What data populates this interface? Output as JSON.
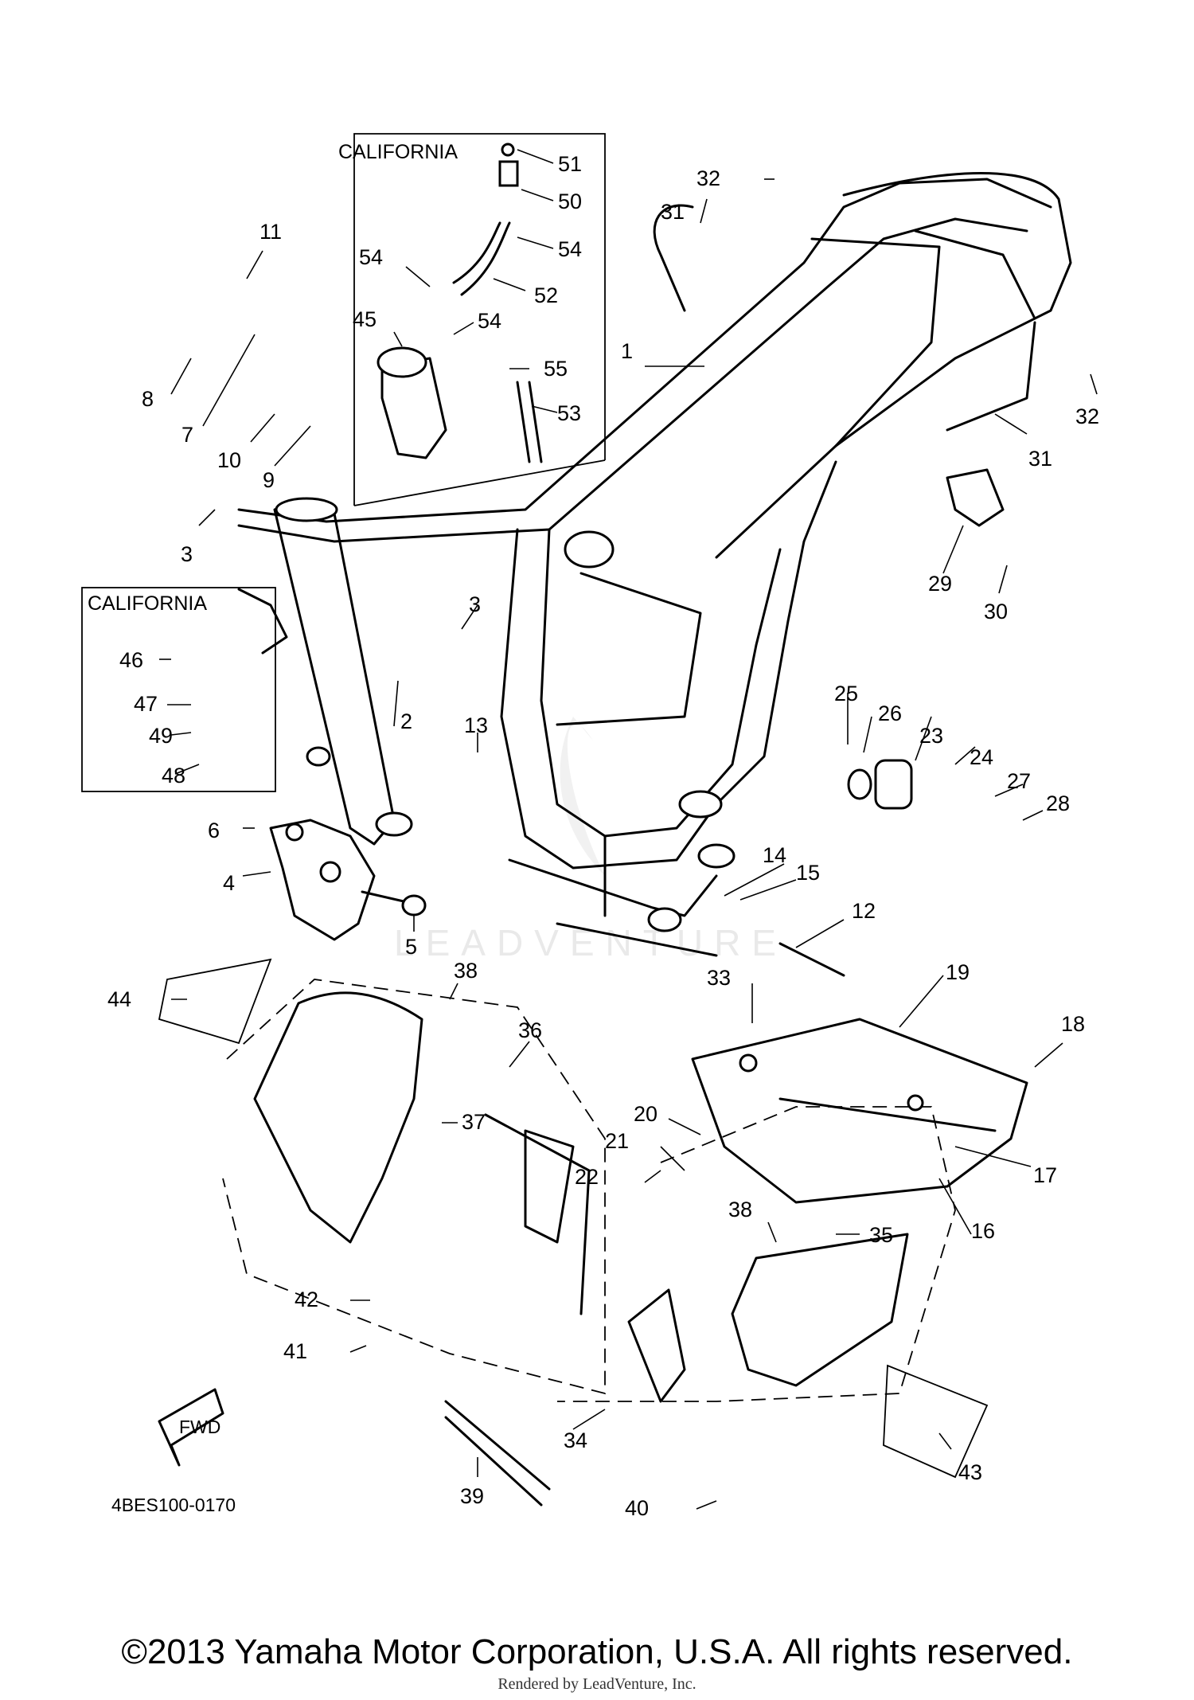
{
  "diagram": {
    "boxes": [
      {
        "id": "ca-fuel",
        "label": "CALIFORNIA"
      },
      {
        "id": "ca-head",
        "label": "CALIFORNIA"
      }
    ],
    "watermark": "LEADVENTURE",
    "fwd_label": "FWD",
    "drawing_code": "4BES100-0170"
  },
  "callouts": [
    {
      "num": "1"
    },
    {
      "num": "2"
    },
    {
      "num": "3"
    },
    {
      "num": "3"
    },
    {
      "num": "4"
    },
    {
      "num": "5"
    },
    {
      "num": "6"
    },
    {
      "num": "7"
    },
    {
      "num": "8"
    },
    {
      "num": "9"
    },
    {
      "num": "10"
    },
    {
      "num": "11"
    },
    {
      "num": "12"
    },
    {
      "num": "13"
    },
    {
      "num": "14"
    },
    {
      "num": "15"
    },
    {
      "num": "16"
    },
    {
      "num": "17"
    },
    {
      "num": "18"
    },
    {
      "num": "19"
    },
    {
      "num": "20"
    },
    {
      "num": "21"
    },
    {
      "num": "22"
    },
    {
      "num": "23"
    },
    {
      "num": "24"
    },
    {
      "num": "25"
    },
    {
      "num": "26"
    },
    {
      "num": "27"
    },
    {
      "num": "28"
    },
    {
      "num": "29"
    },
    {
      "num": "30"
    },
    {
      "num": "31"
    },
    {
      "num": "31"
    },
    {
      "num": "32"
    },
    {
      "num": "32"
    },
    {
      "num": "33"
    },
    {
      "num": "34"
    },
    {
      "num": "35"
    },
    {
      "num": "36"
    },
    {
      "num": "37"
    },
    {
      "num": "38"
    },
    {
      "num": "38"
    },
    {
      "num": "39"
    },
    {
      "num": "40"
    },
    {
      "num": "41"
    },
    {
      "num": "42"
    },
    {
      "num": "43"
    },
    {
      "num": "44"
    },
    {
      "num": "45"
    },
    {
      "num": "46"
    },
    {
      "num": "47"
    },
    {
      "num": "48"
    },
    {
      "num": "49"
    },
    {
      "num": "50"
    },
    {
      "num": "51"
    },
    {
      "num": "52"
    },
    {
      "num": "53"
    },
    {
      "num": "54"
    },
    {
      "num": "54"
    },
    {
      "num": "54"
    },
    {
      "num": "55"
    }
  ],
  "footer": {
    "copyright": "©2013 Yamaha Motor Corporation, U.S.A. All rights reserved.",
    "rendered_by": "Rendered by LeadVenture, Inc."
  }
}
